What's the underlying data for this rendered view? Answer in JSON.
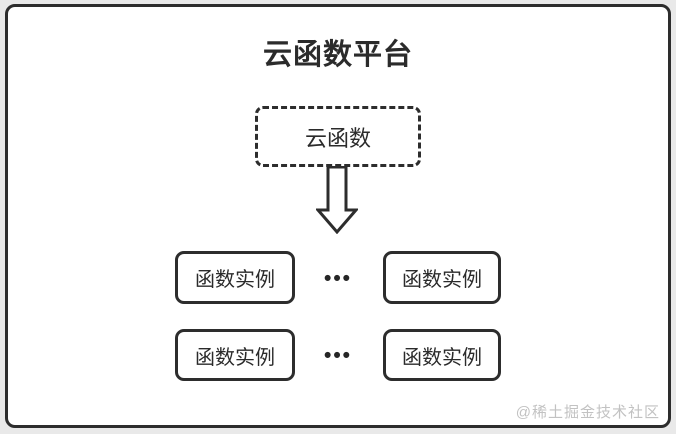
{
  "diagram": {
    "title": "云函数平台",
    "cloud_function": {
      "label": "云函数"
    },
    "instances": [
      {
        "label": "函数实例"
      },
      {
        "label": "函数实例"
      },
      {
        "label": "函数实例"
      },
      {
        "label": "函数实例"
      }
    ],
    "ellipsis": "•••",
    "watermark": "@稀土掘金技术社区",
    "colors": {
      "border": "#2d2d2d",
      "text": "#2b2b2b",
      "card_background": "#ffffff",
      "page_background": "#e9e9e9",
      "watermark_text": "#c2c2c2"
    },
    "icons": [
      {
        "name": "down-arrow-icon",
        "meaning": "cloud function dispatches to function instances"
      }
    ]
  }
}
